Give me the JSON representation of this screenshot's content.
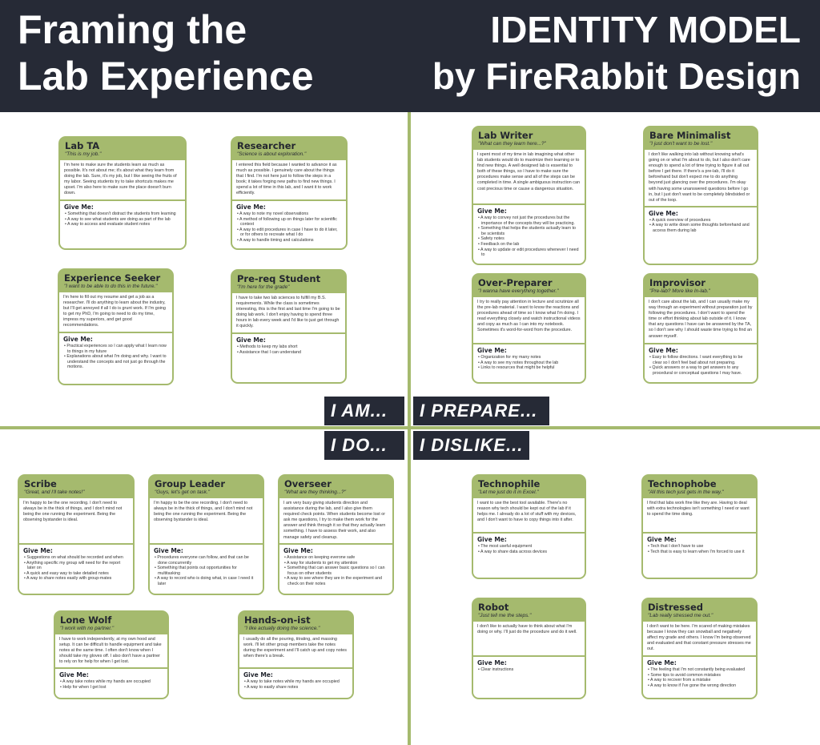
{
  "header": {
    "title_line1": "Framing the",
    "title_line2": "Lab Experience",
    "model_line1": "IDENTITY MODEL",
    "model_line2": "by FireRabbit Design"
  },
  "quadrant_labels": {
    "am": "I AM...",
    "prepare": "I PREPARE...",
    "do": "I DO...",
    "dislike": "I DISLIKE..."
  },
  "give_me_label": "Give Me:",
  "colors": {
    "dark": "#262a36",
    "green": "#a5ba6e"
  },
  "cards": [
    {
      "title": "Lab TA",
      "quote": "\"This is my job.\"",
      "desc": "I'm here to make sure the students learn as much as possible. It's not about me; it's about what they learn from doing the lab. Sure, it's my job, but I like seeing the fruits of my labor. Seeing students try to take shortcuts makes me upset. I'm also here to make sure the place doesn't burn down.",
      "give": [
        "Something that doesn't distract the students from learning",
        "A way to see what students are doing as part of the lab",
        "A way to access and evaluate student notes"
      ]
    },
    {
      "title": "Researcher",
      "quote": "\"Science is about exploration.\"",
      "desc": "I entered this field because I wanted to advance it as much as possible. I genuinely care about the things that I find. I'm not here just to follow the steps in a book; it takes forging new paths to find new things. I spend a lot of time in this lab, and I want it to work efficiently.",
      "give": [
        "A way to note my novel observations",
        "A method of following up on things later for scientific context",
        "A way to edit procedures in case I have to do it later, or for others to recreate what I do",
        "A way to handle timing and calculations"
      ]
    },
    {
      "title": "Experience Seeker",
      "quote": "\"I want to be able to do this in the future.\"",
      "desc": "I'm here to fill out my resume and get a job as a researcher. I'll do anything to learn about the industry, but I'll get annoyed if all I do is grunt work. If I'm going to get my PhD, I'm going to need to do my time, impress my superiors, and get good recommendations.",
      "give": [
        "Practical experiences so I can apply what I learn now to things in my future",
        "Explanations about what I'm doing and why. I want to understand the concepts and not just go through the motions."
      ]
    },
    {
      "title": "Pre-req Student",
      "quote": "\"I'm here for the grade\"",
      "desc": "I have to take two lab sciences to fulfill my B.S. requirements. While the class is sometimes interesting, this is the first and last time I'm going to be doing lab work. I don't enjoy having to spend three hours in lab every week and I'd like to just get through it quickly.",
      "give": [
        "Methods to keep my labs short",
        "Assistance that I can understand"
      ]
    },
    {
      "title": "Lab Writer",
      "quote": "\"What can they learn here...?\"",
      "desc": "I spent most of my time in lab imagining what other lab students would do to maximize their learning or to find new things. A well designed lab is essential to both of these things, so I have to make sure the procedures make sense and all of the steps can be completed in time. A single ambiguous instruction can cost precious time or cause a dangerous situation.",
      "give": [
        "A way to convey not just the procedures but the importance of the concepts they will be practicing.",
        "Something that helps the students actually learn to be scientists",
        "Safety notes",
        "Feedback on the lab",
        "A way to update or edit procedures whenever I need to"
      ]
    },
    {
      "title": "Bare Minimalist",
      "quote": "\"I just don't want to be lost.\"",
      "desc": "I don't like walking into lab without knowing what's going on or what I'm about to do, but I also don't care enough to spend a lot of time trying to figure it all out before I get there. If there's a pre-lab, I'll do it beforehand but don't expect me to do anything beyond just glancing over the procedures. I'm okay with having some unanswered questions before I go in, but I just don't want to be completely blindsided or out of the loop.",
      "give": [
        "A quick overview of procedures",
        "A way to write down some thoughts beforehand and access them during lab"
      ]
    },
    {
      "title": "Over-Preparer",
      "quote": "\"I wanna have everything together.\"",
      "desc": "I try to really pay attention in lecture and scrutinize all the pre-lab material. I want to know the reactions and procedures ahead of time so I know what I'm doing. I read everything closely and watch instructional videos and copy as much as I can into my notebook. Sometimes it's word-for-word from the procedure.",
      "give": [
        "Organization for my many notes",
        "A way to see my notes throughout the lab",
        "Links to resources that might be helpful"
      ]
    },
    {
      "title": "Improvisor",
      "quote": "\"Pre-lab? More like In-lab.\"",
      "desc": "I don't care about the lab, and I can usually make my way through an experiment without preparation just by following the procedures. I don't want to spend the time or effort thinking about lab outside of it. I know that any questions I have can be answered by the TA, so I don't see why I should waste time trying to find an answer myself.",
      "give": [
        "Easy to follow directions. I want everything to be clear so I don't feel bad about not preparing.",
        "Quick answers or a way to get answers to any procedural or conceptual questions I may have."
      ]
    },
    {
      "title": "Scribe",
      "quote": "\"Great, and I'll take notes!\"",
      "desc": "I'm happy to be the one recording. I don't need to always be in the thick of things, and I don't mind not being the one running the experiment. Being the observing bystander is ideal.",
      "give": [
        "Suggestions on what should be recorded and when",
        "Anything specific my group will need for the report later on",
        "A quick and easy way to take detailed notes",
        "A way to share notes easily with group-mates"
      ]
    },
    {
      "title": "Group Leader",
      "quote": "\"Guys, let's get on task.\"",
      "desc": "I'm happy to be the one recording. I don't need to always be in the thick of things, and I don't mind not being the one running the experiment. Being the observing bystander is ideal.",
      "give": [
        "Procedures everyone can follow, and that can be done concurrently",
        "Something that points out opportunities for multitasking",
        "A way to record who is doing what, in case I need it later"
      ]
    },
    {
      "title": "Overseer",
      "quote": "\"What are they thinking...?\"",
      "desc": "I am very busy giving students direction and assistance during the lab, and I also give them required check points. When students become lost or ask me questions, I try to make them work for the answer and think through it so that they actually learn something. I have to assess their work, and also manage safety and cleanup.",
      "give": [
        "Assistance on keeping everone safe",
        "A way for students to get my attention",
        "Something that can answer basic questions so I can focus on other students",
        "A way to see where they are in the experiment and check on their notes"
      ]
    },
    {
      "title": "Lone Wolf",
      "quote": "\"I work with no partner.\"",
      "desc": "I have to work independently, at my own hood and setup. It can be difficult to handle equipment and take notes at the same time. I often don't know when I should take my gloves off. I also don't have a partner to rely on for help for when I get lost.",
      "give": [
        "A way take notes while my hands are occupied",
        "Help for when I get lost"
      ]
    },
    {
      "title": "Hands-on-ist",
      "quote": "\"I like actually doing the science.\"",
      "desc": "I usually do all the pouring, titrating, and massing work. I'll let other group members take the notes during the experiment and I'll catch up and copy notes when there's a break.",
      "give": [
        "A way to take notes while my hands are occupied",
        "A way to easily share notes"
      ]
    },
    {
      "title": "Technophile",
      "quote": "\"Let me just do it in Excel.\"",
      "desc": "I want to use the best tool available. There's no reason why tech should be kept out of the lab if it helps me. I already do a lot of stuff with my devices, and I don't want to have to copy things into it after.",
      "give": [
        "The most useful equipment",
        "A way to share data across devices"
      ]
    },
    {
      "title": "Technophobe",
      "quote": "\"All this tech just gets in the way.\"",
      "desc": "I find that labs work fine like they are. Having to deal with extra technologies isn't something I need or want to spend the time doing.",
      "give": [
        "Tech that I don't have to use",
        "Tech that is easy to learn when I'm forced to use it"
      ]
    },
    {
      "title": "Robot",
      "quote": "\"Just tell me the steps.\"",
      "desc": "I don't like to actually have to think about what I'm doing or why. I'll just do the procedure and do it well.",
      "give": [
        "Clear instructions"
      ]
    },
    {
      "title": "Distressed",
      "quote": "\"Lab really stressed me out.\"",
      "desc": "I don't want to be here. I'm scared of making mistakes because I know they can snowball and negatively affect my grade and others. I know I'm being observed and evaluated and that constant pressure stresses me out.",
      "give": [
        "The feeling that I'm not constantly being evaluated",
        "Some tips to avoid common mistakes",
        "A way to recover from a mistake",
        "A way to know if I've gone the wrong direction"
      ]
    }
  ]
}
